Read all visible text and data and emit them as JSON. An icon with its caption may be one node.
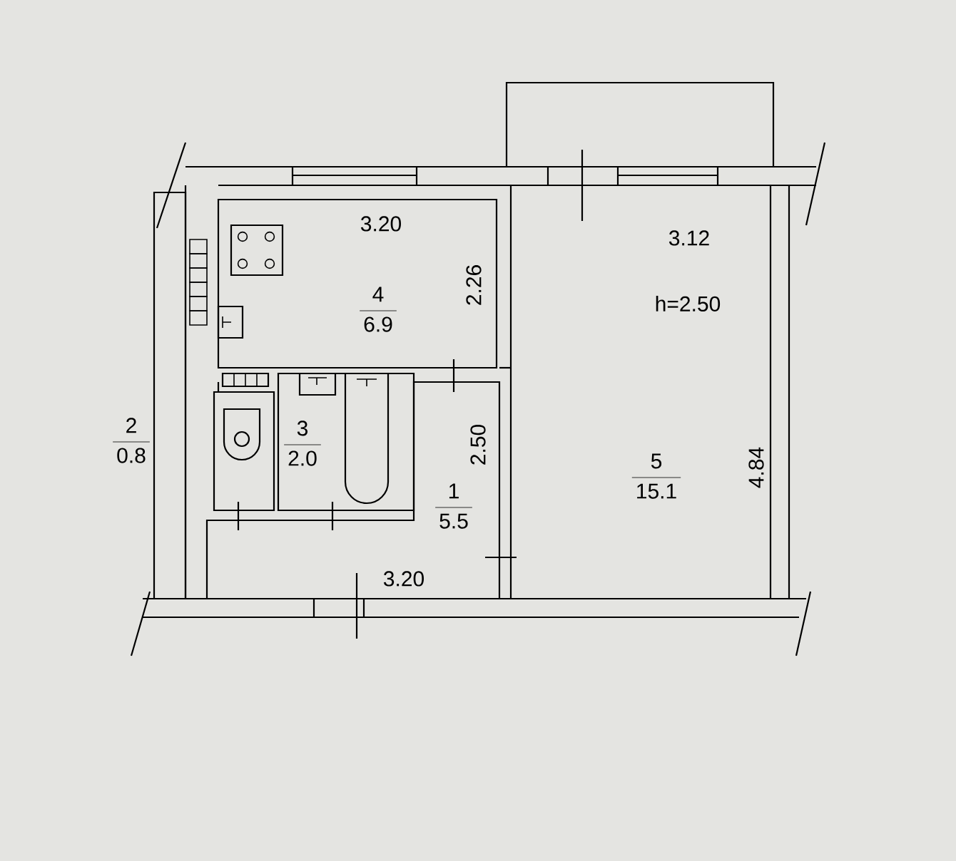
{
  "diagram": {
    "nodes": [
      {
        "text": [
          "4",
          "6.9"
        ]
      },
      {
        "text": [
          "5",
          "15.1"
        ]
      },
      {
        "text": [
          "2",
          "0.8"
        ]
      },
      {
        "text": [],
        "shape": "box"
      },
      {
        "text": [
          "3",
          "2.0"
        ]
      },
      {
        "text": [
          "1",
          "5.5"
        ]
      }
    ],
    "labels": [
      "3.20",
      "2.26",
      "3.12",
      "h=2.50",
      "2.50",
      "4.84",
      "3.20"
    ]
  }
}
